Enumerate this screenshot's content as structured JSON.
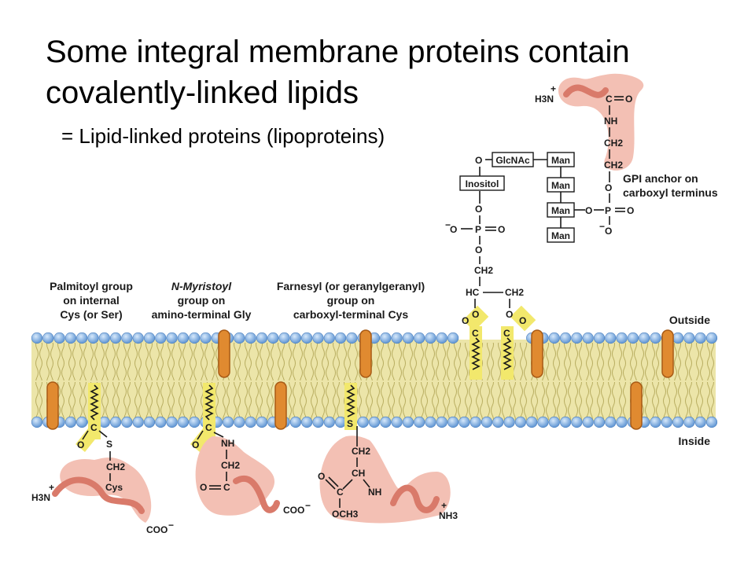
{
  "title_line1": "Some integral membrane proteins contain",
  "title_line2": "covalently-linked lipids",
  "subtitle": "= Lipid-linked proteins (lipoproteins)",
  "colors": {
    "head": "#8db8e8",
    "tail": "#e8df9a",
    "protein_blob": "#f3c0b4",
    "protein_chain": "#d97a6a",
    "anchor": "#f2e86c",
    "integral": "#e08a30"
  },
  "labels": {
    "palmitoyl": [
      "Palmitoyl group",
      "on internal",
      "Cys (or Ser)"
    ],
    "myristoyl": [
      "N-Myristoyl",
      "group on",
      "amino-terminal Gly"
    ],
    "farnesyl": [
      "Farnesyl (or geranylgeranyl)",
      "group on",
      "carboxyl-terminal Cys"
    ],
    "gpi": [
      "GPI anchor on",
      "carboxyl terminus"
    ],
    "outside": "Outside",
    "inside": "Inside"
  },
  "chem": {
    "gpi_sugars": [
      "GlcNAc",
      "Inositol",
      "Man",
      "Man",
      "Man",
      "Man"
    ],
    "h3n": "H3N",
    "c": "C",
    "o": "O",
    "s": "S",
    "nh": "NH",
    "ch2": "CH2",
    "ch": "CH",
    "hc": "HC",
    "p": "P",
    "cys": "Cys",
    "coo": "COO",
    "och3": "OCH3",
    "nh3": "NH3",
    "minus": "−",
    "plus": "+"
  }
}
